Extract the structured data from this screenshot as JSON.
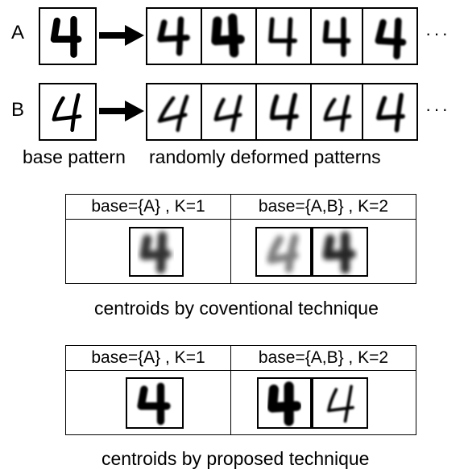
{
  "rows": [
    {
      "label": "A",
      "more": "···"
    },
    {
      "label": "B",
      "more": "···"
    }
  ],
  "captions": {
    "base": "base pattern",
    "deformed": "randomly deformed patterns",
    "conventional": "centroids by coventional technique",
    "proposed": "centroids by proposed technique"
  },
  "tables": {
    "conventional": {
      "headers": [
        "base={A} , K=1",
        "base={A,B} , K=2"
      ]
    },
    "proposed": {
      "headers": [
        "base={A} , K=1",
        "base={A,B} , K=2"
      ]
    }
  },
  "icons": {
    "arrow": "right-arrow-icon",
    "digit": "handwritten-digit-4-image"
  },
  "colors": {
    "ink": "#000000",
    "background": "#ffffff"
  }
}
